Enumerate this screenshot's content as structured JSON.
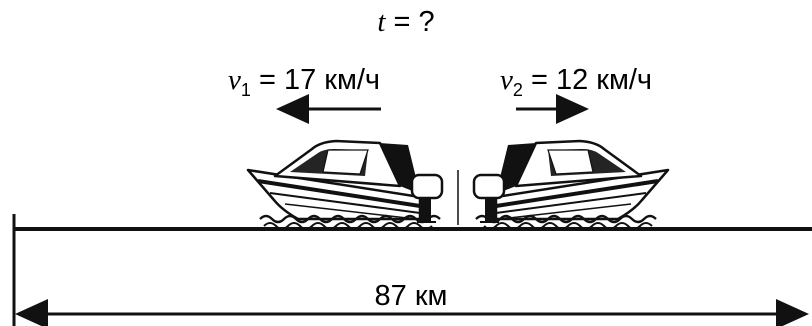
{
  "question": {
    "variable": "t",
    "text": " = ?"
  },
  "velocity_left": {
    "symbol": "v",
    "subscript": "1",
    "text": " = 17 км/ч",
    "direction": "left"
  },
  "velocity_right": {
    "symbol": "v",
    "subscript": "2",
    "text": " = 12 км/ч",
    "direction": "right"
  },
  "distance": {
    "label": "87 км"
  },
  "colors": {
    "ink": "#111111",
    "paper": "#ffffff"
  },
  "icons": {
    "left_boat": "speedboat-icon",
    "right_boat": "speedboat-icon"
  }
}
